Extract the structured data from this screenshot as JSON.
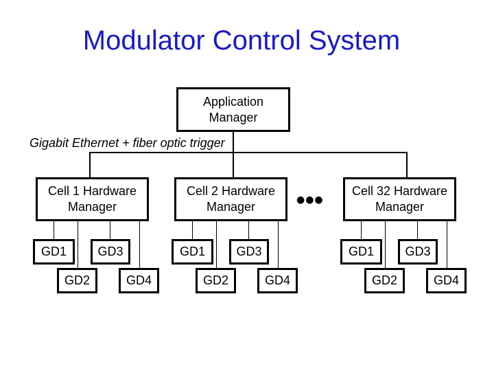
{
  "slide": {
    "title": "Modulator Control System",
    "title_color": "#1919c8",
    "text_color": "#000000",
    "background_color": "#ffffff",
    "app_manager": {
      "lines": [
        "Application",
        "Manager"
      ]
    },
    "network_label": "Gigabit Ethernet + fiber optic trigger",
    "ellipsis": "●●●",
    "cells": [
      {
        "lines": [
          "Cell 1 Hardware",
          "Manager"
        ],
        "gd": [
          "GD1",
          "GD2",
          "GD3",
          "GD4"
        ]
      },
      {
        "lines": [
          "Cell 2 Hardware",
          "Manager"
        ],
        "gd": [
          "GD1",
          "GD2",
          "GD3",
          "GD4"
        ]
      },
      {
        "lines": [
          "Cell 32 Hardware",
          "Manager"
        ],
        "gd": [
          "GD1",
          "GD2",
          "GD3",
          "GD4"
        ]
      }
    ]
  }
}
